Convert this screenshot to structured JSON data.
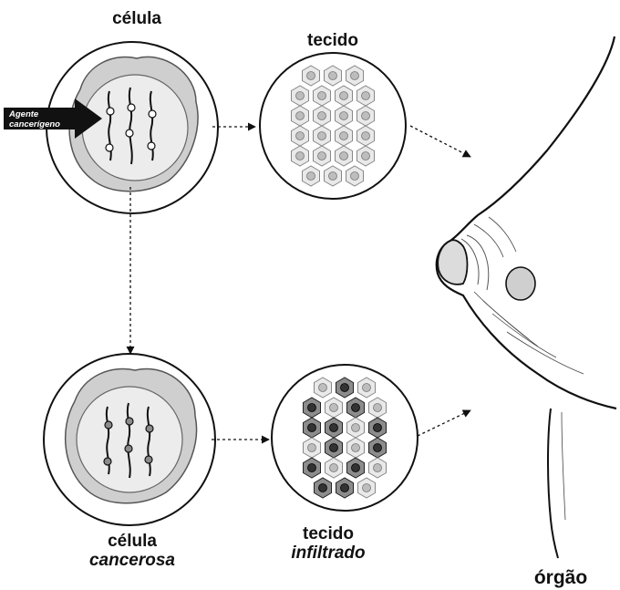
{
  "labels": {
    "cell_top": "célula",
    "tissue_top": "tecido",
    "agent": [
      "Agente",
      "cancerígeno"
    ],
    "cell_bottom_1": "célula",
    "cell_bottom_2": "cancerosa",
    "tissue_bottom_1": "tecido",
    "tissue_bottom_2": "infiltrado",
    "organ": "órgão"
  },
  "colors": {
    "ink": "#111111",
    "shade": "#c9c9c9",
    "shade_light": "#e6e6e6",
    "infiltrated": "#7a7a7a"
  }
}
